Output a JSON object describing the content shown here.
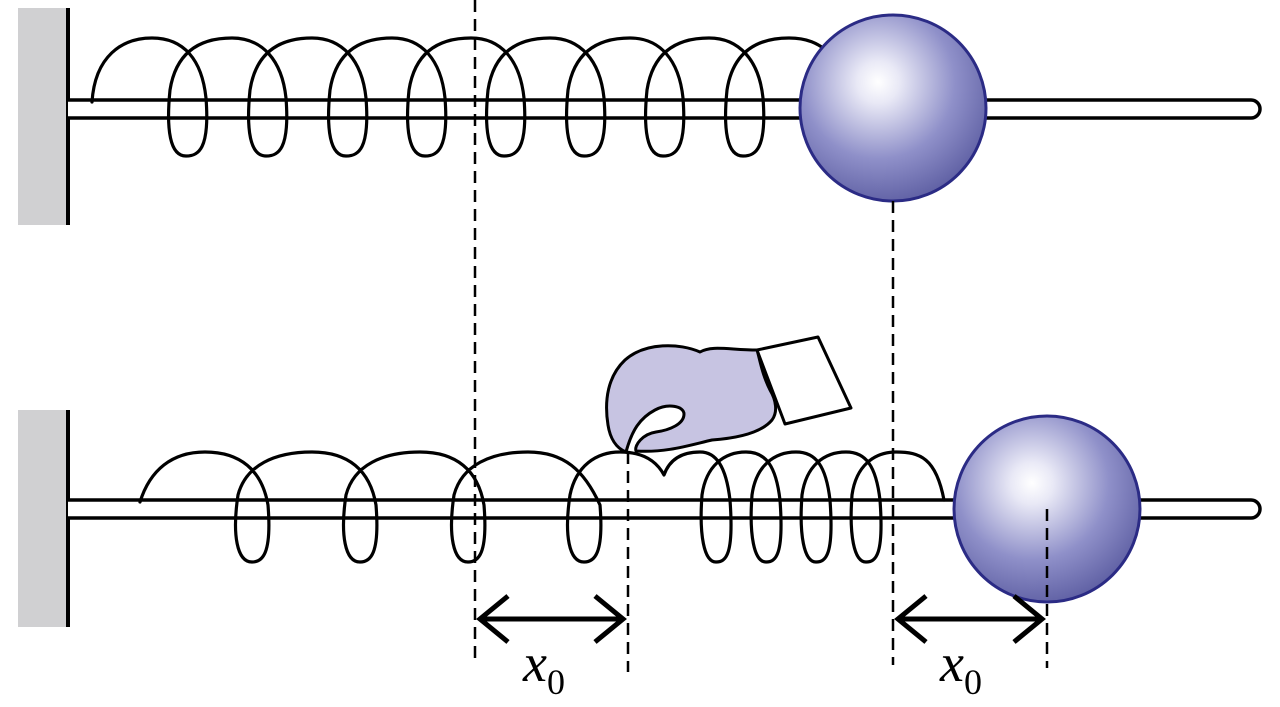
{
  "figure": {
    "top_panel": {
      "wall": "fixed-wall",
      "rod": "horizontal-rod",
      "spring": "coil-spring-relaxed",
      "mass": "ball"
    },
    "bottom_panel": {
      "wall": "fixed-wall",
      "rod": "horizontal-rod",
      "spring": "coil-spring-stretched",
      "hand": "hand-pulling-spring",
      "mass": "ball"
    },
    "labels": {
      "left_dimension": {
        "symbol": "x",
        "subscript": "0"
      },
      "right_dimension": {
        "symbol": "x",
        "subscript": "0"
      }
    }
  },
  "colors": {
    "wall": "#d0d0d2",
    "ball_fill_light": "#ffffff",
    "ball_fill_dark": "#4f5097",
    "ball_stroke": "#2b2b85",
    "hand_fill": "#c7c4e2",
    "line": "#000000"
  }
}
